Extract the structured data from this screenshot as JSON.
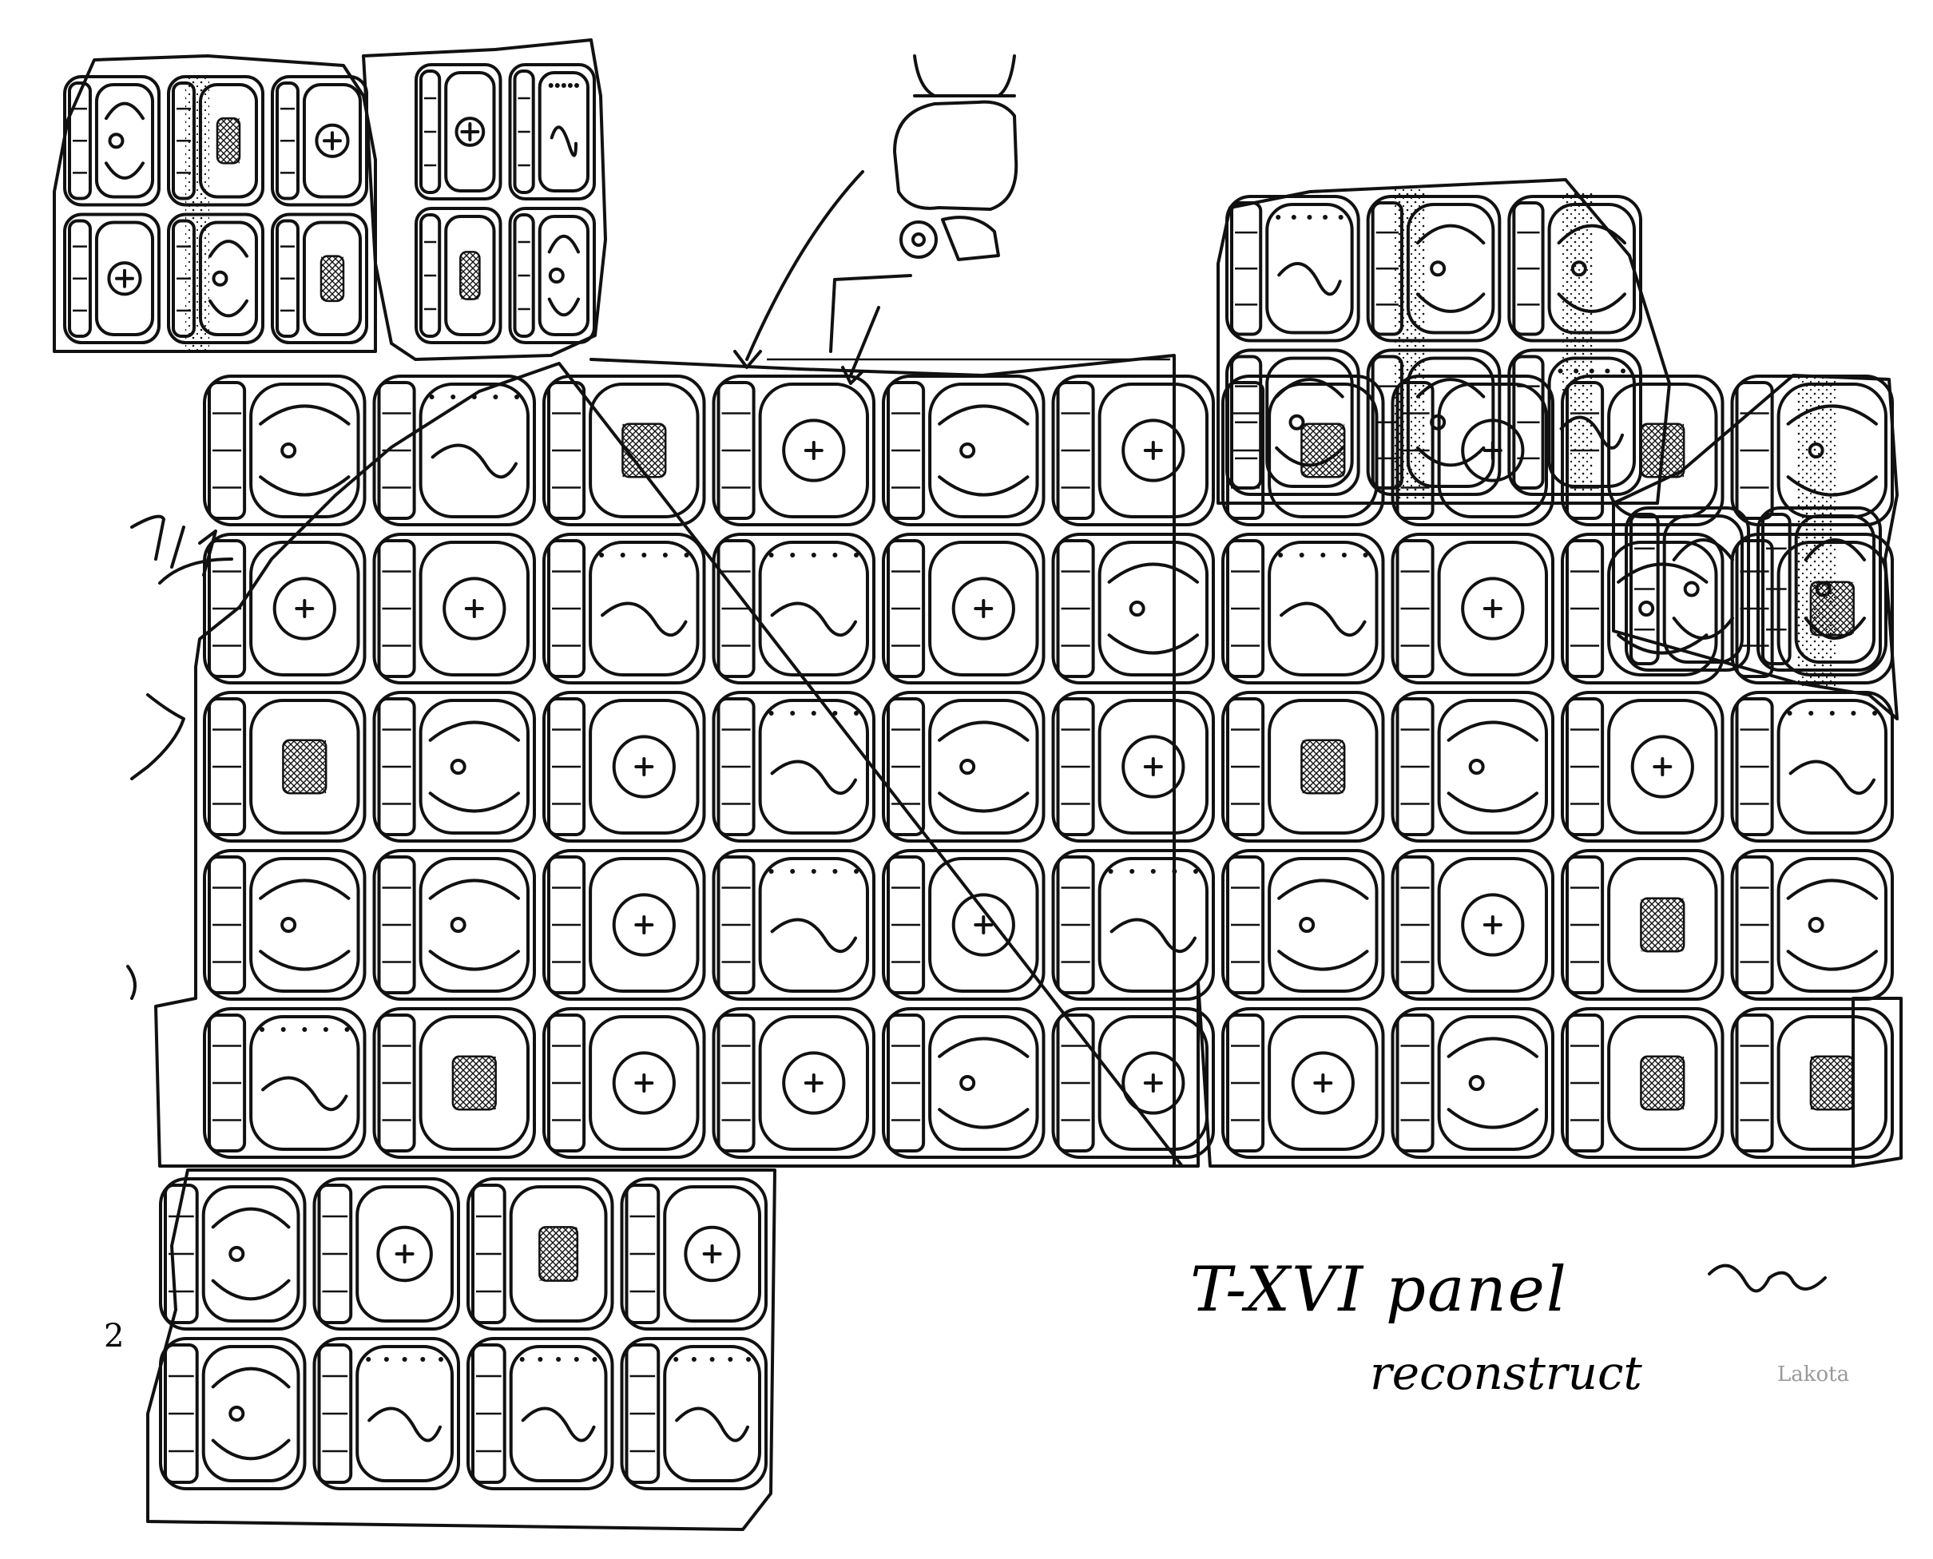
{
  "annotations": {
    "title": "T-XVI panel",
    "subtitle": "reconstruct",
    "stamp": "Lakota",
    "margin_number": "2"
  },
  "colors": {
    "ink": "#111111",
    "paper": "#ffffff",
    "stamp": "#999999"
  },
  "fragments": [
    {
      "name": "fragment-top-left",
      "rows": 2,
      "cols": 3
    },
    {
      "name": "fragment-top-center",
      "rows": 2,
      "cols": 2
    },
    {
      "name": "fragment-main-panel",
      "rows": 5,
      "cols": 10
    },
    {
      "name": "fragment-top-right",
      "rows": 2,
      "cols": 3
    },
    {
      "name": "fragment-far-right",
      "rows": 1,
      "cols": 2
    },
    {
      "name": "fragment-right-lower",
      "rows": 3,
      "cols": 3
    },
    {
      "name": "fragment-bottom-left",
      "rows": 2,
      "cols": 4
    },
    {
      "name": "fragment-floating-glyph",
      "rows": 1,
      "cols": 1
    }
  ]
}
